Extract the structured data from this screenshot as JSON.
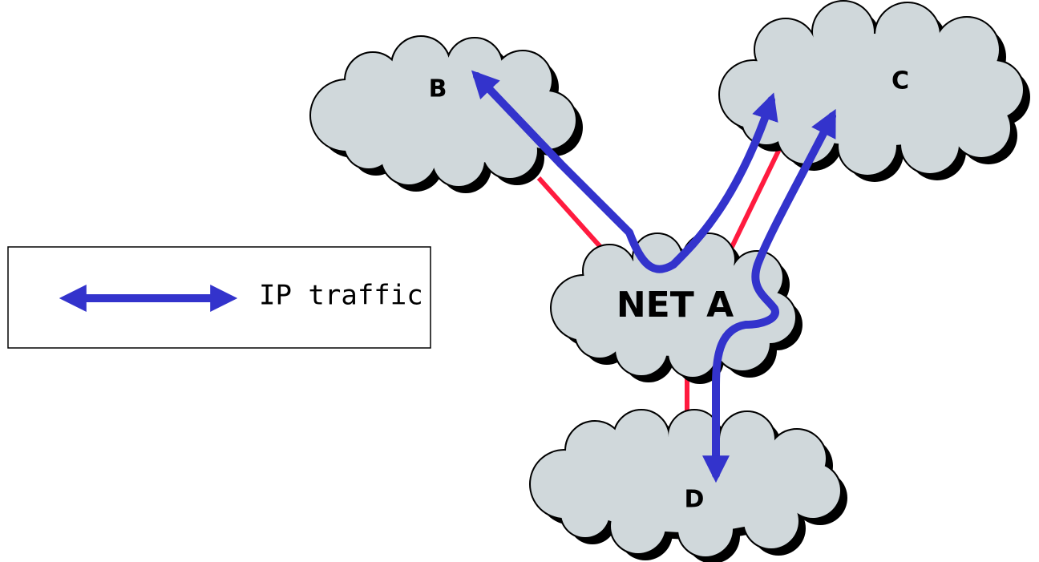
{
  "networks": {
    "b": {
      "label": "B"
    },
    "c": {
      "label": "C"
    },
    "net_a": {
      "label": "NET A"
    },
    "d": {
      "label": "D"
    }
  },
  "legend": {
    "label": "IP traffic"
  },
  "colors": {
    "cloud_fill": "#d0d8db",
    "cloud_stroke": "#000000",
    "cloud_shadow": "#000000",
    "link": "#ff1b3f",
    "traffic": "#3333cc",
    "legend_border": "#000000"
  }
}
